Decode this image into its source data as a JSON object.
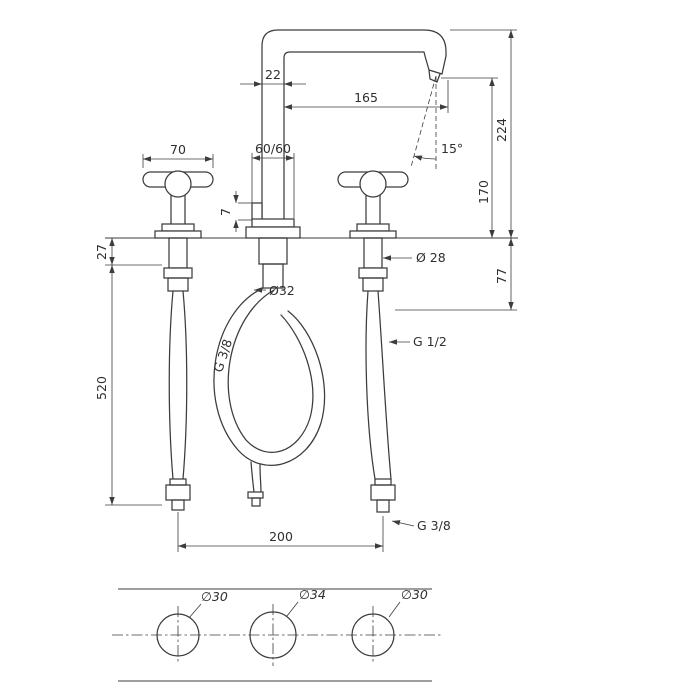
{
  "drawing": {
    "name": "three-hole-basin-mixer-dimension-drawing",
    "background": "#ffffff",
    "line_color": "#3c3c3c",
    "labels": {
      "w22": "22",
      "reach165": "165",
      "h224": "224",
      "h170": "170",
      "angle15": "15°",
      "handle70": "70",
      "esc6060": "60/60",
      "tab7": "7",
      "deck27": "27",
      "dia28": "Ø 28",
      "dia32": "Ø32",
      "depth77": "77",
      "g38_center": "G 3/8",
      "g12_right": "G 1/2",
      "hose520": "520",
      "spread200": "200",
      "g38_bottom": "G 3/8",
      "hole_left": "∅30",
      "hole_center": "∅34",
      "hole_right": "∅30"
    }
  }
}
